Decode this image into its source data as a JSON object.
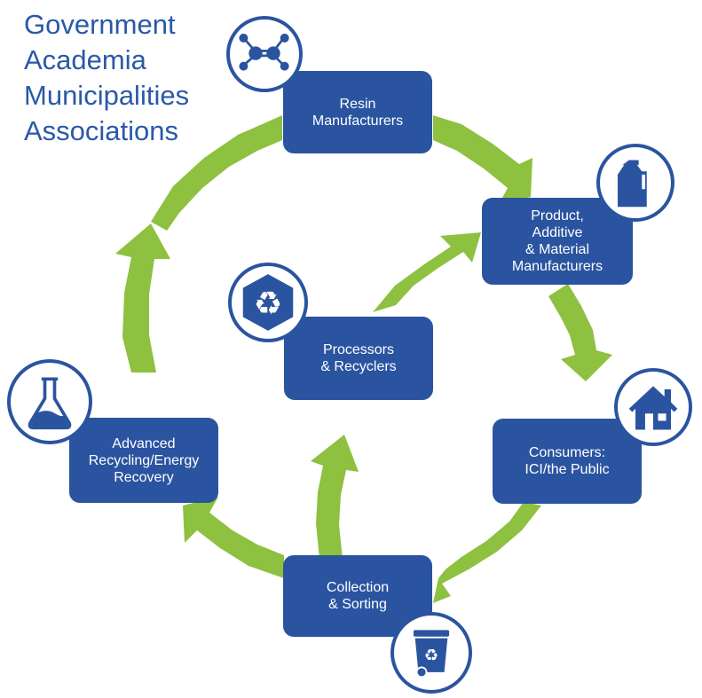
{
  "stakeholders": [
    "Government",
    "Academia",
    "Municipalities",
    "Associations"
  ],
  "nodes": {
    "resin": [
      "Resin",
      "Manufacturers"
    ],
    "product": [
      "Product,",
      "Additive",
      "& Material",
      "Manufacturers"
    ],
    "consumers": [
      "Consumers:",
      "ICI/the Public"
    ],
    "collection": [
      "Collection",
      "& Sorting"
    ],
    "advanced": [
      "Advanced",
      "Recycling/Energy",
      "Recovery"
    ],
    "processors": [
      "Processors",
      "& Recyclers"
    ]
  },
  "icons": {
    "resin": "molecule-icon",
    "product": "jug-icon",
    "consumers": "house-icon",
    "collection": "recycling-bin-icon",
    "advanced": "flask-icon",
    "processors": "recycle-symbol-icon"
  },
  "colors": {
    "box": "#2b54a0",
    "arrow": "#8dc13f",
    "text": "#2a59a8"
  }
}
